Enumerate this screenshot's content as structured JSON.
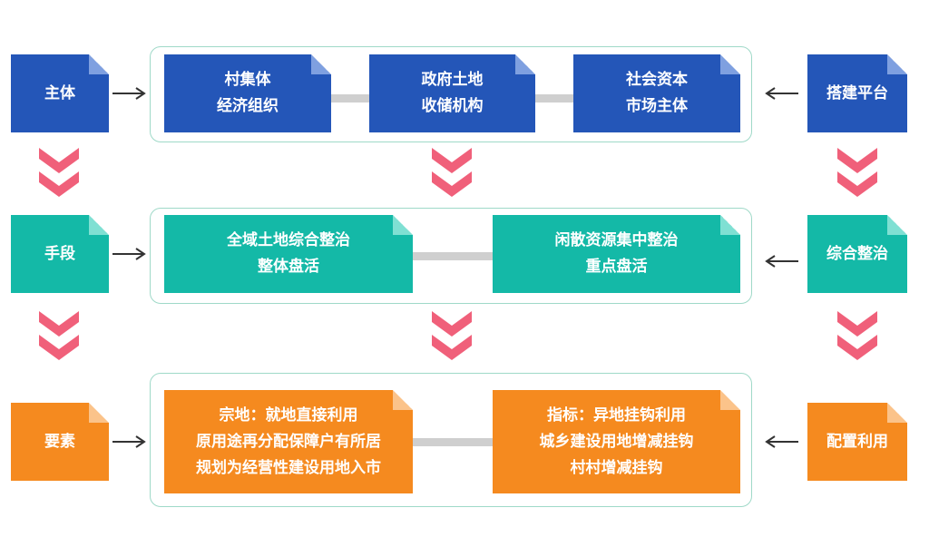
{
  "rows": [
    {
      "label": "主体",
      "side": "搭建平台",
      "items": [
        [
          "村集体",
          "经济组织"
        ],
        [
          "政府土地",
          "收储机构"
        ],
        [
          "社会资本",
          "市场主体"
        ]
      ]
    },
    {
      "label": "手段",
      "side": "综合整治",
      "items": [
        [
          "全域土地综合整治",
          "整体盘活"
        ],
        [
          "闲散资源集中整治",
          "重点盘活"
        ]
      ]
    },
    {
      "label": "要素",
      "side": "配置利用",
      "items": [
        [
          "宗地：就地直接利用",
          "原用途再分配保障户有所居",
          "规划为经营性建设用地入市"
        ],
        [
          "指标：异地挂钩利用",
          "城乡建设用地增减挂钩",
          "村村增减挂钩"
        ]
      ]
    }
  ],
  "colors": {
    "blue": "#2456b8",
    "teal": "#14b9a7",
    "orange": "#f58a1f",
    "chevron": "#f0607a"
  }
}
